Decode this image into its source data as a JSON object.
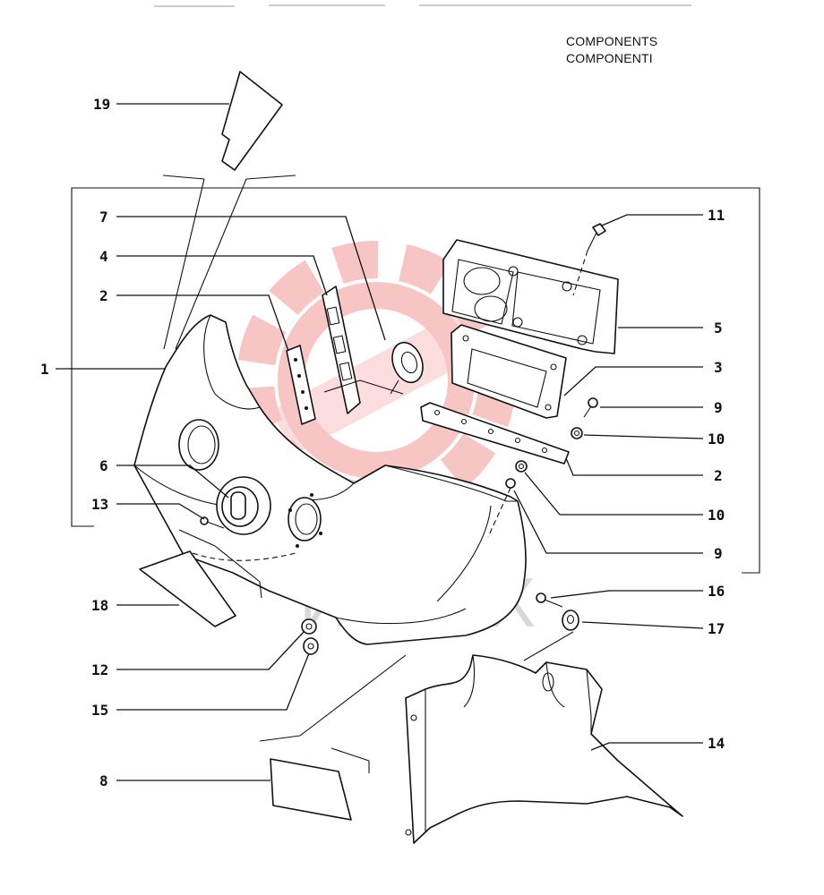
{
  "header": {
    "title_en": "COMPONENTS",
    "title_it": "COMPONENTI"
  },
  "watermark": {
    "text": "ИНТЕХ",
    "gear_color": "#f08080"
  },
  "callouts": {
    "c1": "1",
    "c2a": "2",
    "c2b": "2",
    "c3": "3",
    "c4": "4",
    "c5": "5",
    "c6": "6",
    "c7": "7",
    "c8": "8",
    "c9a": "9",
    "c9b": "9",
    "c10a": "10",
    "c10b": "10",
    "c11": "11",
    "c12": "12",
    "c13": "13",
    "c14": "14",
    "c15": "15",
    "c16": "16",
    "c17": "17",
    "c18": "18",
    "c19": "19"
  }
}
